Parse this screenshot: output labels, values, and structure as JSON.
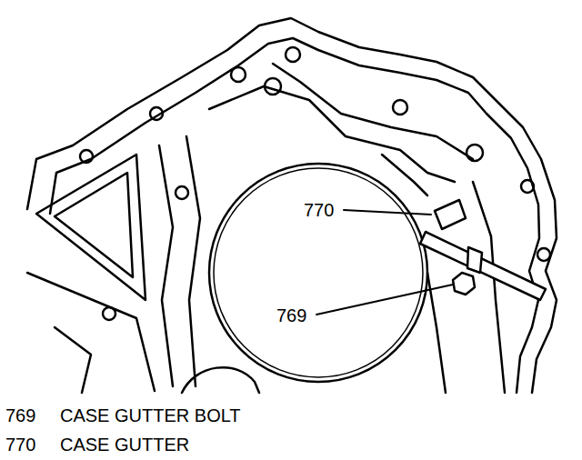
{
  "diagram": {
    "labels": [
      "770",
      "769",
      "769",
      "CASE GUTTER BOLT",
      "770",
      "CASE GUTTER"
    ]
  }
}
